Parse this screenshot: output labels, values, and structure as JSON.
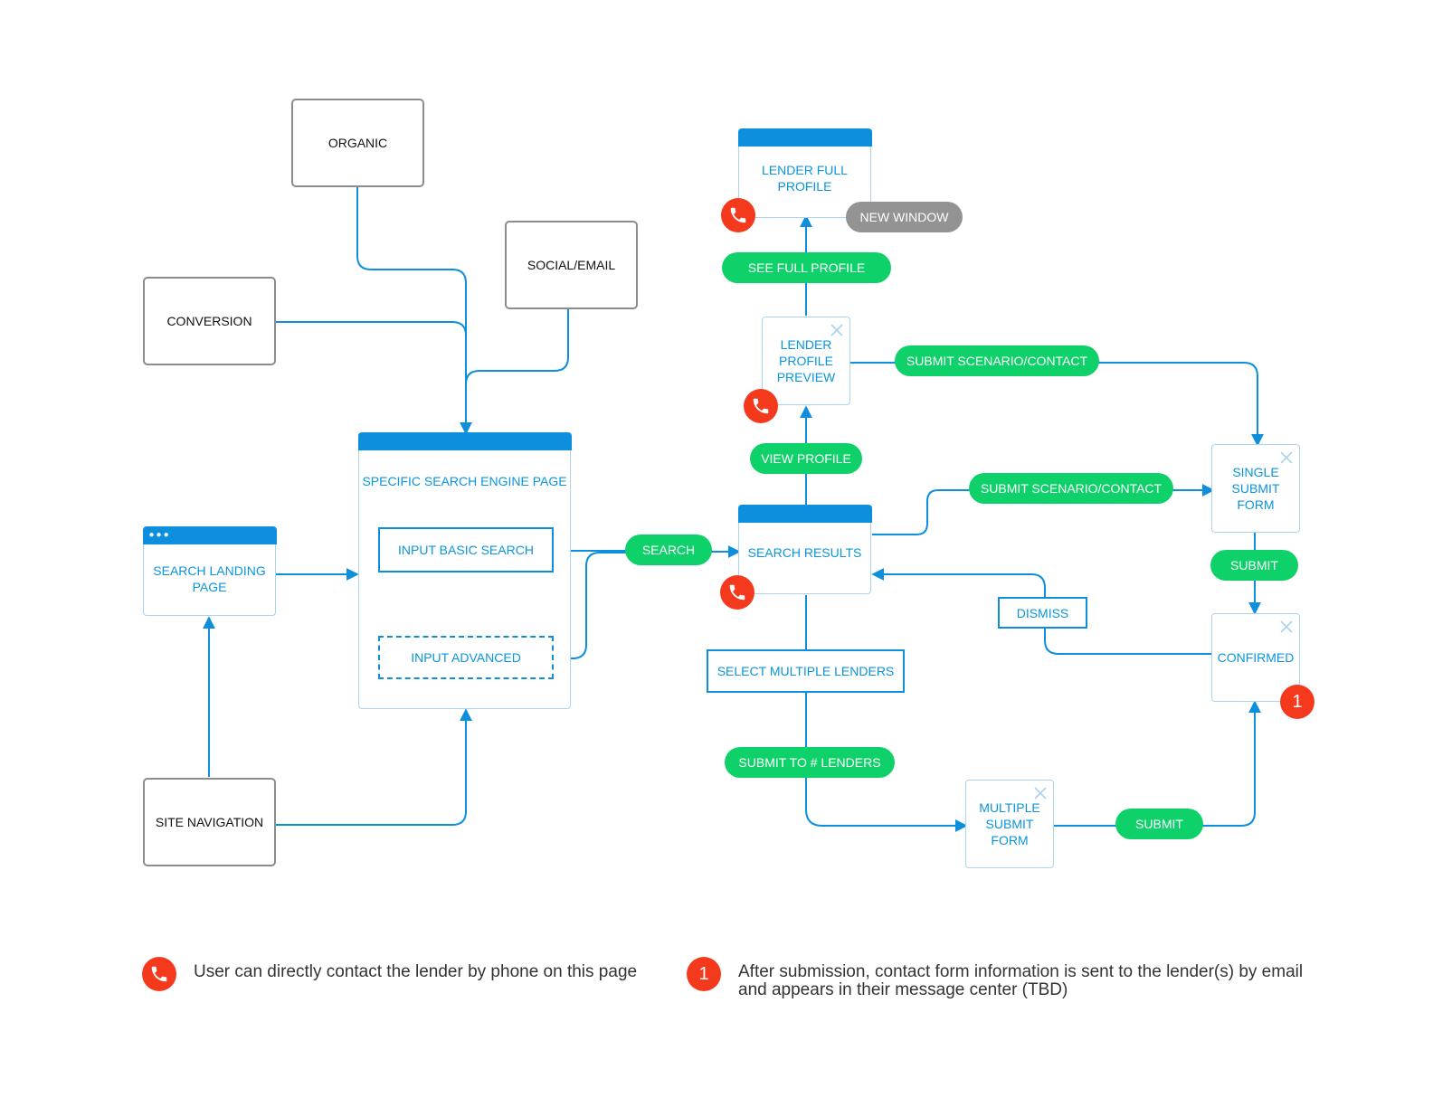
{
  "sources": {
    "organic": "ORGANIC",
    "social_email": "SOCIAL/EMAIL",
    "conversion": "CONVERSION",
    "site_navigation": "SITE NAVIGATION"
  },
  "pages": {
    "search_landing": [
      "SEARCH LANDING",
      "PAGE"
    ],
    "specific_search_engine": "SPECIFIC SEARCH ENGINE PAGE",
    "input_basic_search": "INPUT BASIC SEARCH",
    "input_advanced": "INPUT ADVANCED",
    "search_results": "SEARCH RESULTS",
    "lender_full_profile": [
      "LENDER FULL",
      "PROFILE"
    ],
    "lender_profile_preview": [
      "LENDER",
      "PROFILE",
      "PREVIEW"
    ],
    "select_multiple_lenders": "SELECT MULTIPLE LENDERS",
    "single_submit_form": [
      "SINGLE",
      "SUBMIT",
      "FORM"
    ],
    "confirmed": "CONFIRMED",
    "dismiss": "DISMISS",
    "multiple_submit_form": [
      "MULTIPLE",
      "SUBMIT",
      "FORM"
    ]
  },
  "actions": {
    "search": "SEARCH",
    "see_full_profile": "SEE FULL PROFILE",
    "new_window": "NEW WINDOW",
    "view_profile": "VIEW PROFILE",
    "submit_scenario_contact_top": "SUBMIT SCENARIO/CONTACT",
    "submit_scenario_contact_mid": "SUBMIT SCENARIO/CONTACT",
    "submit_single": "SUBMIT",
    "submit_to_lenders": "SUBMIT TO # LENDERS",
    "submit_multiple": "SUBMIT"
  },
  "badge_number": "1",
  "legend": {
    "phone_note": "User can directly contact the lender by phone on this page",
    "badge_number": "1",
    "badge_note_line1": "After submission, contact form information is sent to the lender(s) by email",
    "badge_note_line2": "and appears in their message center (TBD)"
  },
  "colors": {
    "connector": "#0e8fdd",
    "action_pill": "#0fd16a",
    "new_window_pill": "#939393",
    "phone_marker": "#f4391d",
    "page_border": "#a9d3ef"
  },
  "icons": {
    "phone": "phone-icon",
    "close": "close-icon",
    "window_dots": "window-dots-icon"
  }
}
